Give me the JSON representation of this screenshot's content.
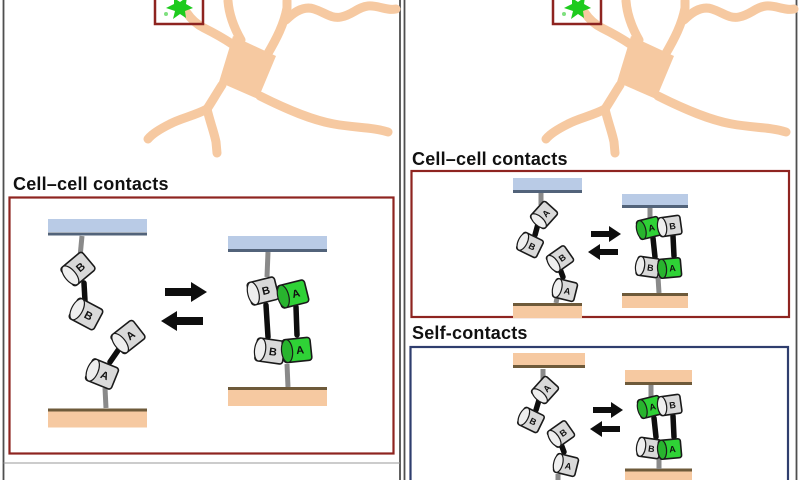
{
  "figure": {
    "description_labels": {
      "left_cellcell": "Cell–cell contacts",
      "right_cellcell": "Cell–cell contacts",
      "right_self": "Self-contacts"
    }
  },
  "left_panel": {
    "cellcell": {
      "label": "Cell–cell contacts",
      "unbound": {
        "molecule_top": [
          "B",
          "B"
        ],
        "molecule_bottom": [
          "A",
          "A"
        ]
      },
      "zipper": {
        "pair_top": [
          "B",
          "A"
        ],
        "pair_bottom": [
          "B",
          "A"
        ]
      }
    }
  },
  "right_panel": {
    "cellcell": {
      "label": "Cell–cell contacts",
      "unbound": {
        "molecule_top": [
          "A",
          "B"
        ],
        "molecule_bottom": [
          "B",
          "A"
        ]
      },
      "zipper": {
        "pair_top": [
          "A",
          "B"
        ],
        "pair_bottom": [
          "B",
          "A"
        ]
      }
    },
    "selfcontacts": {
      "label": "Self-contacts",
      "unbound": {
        "molecule_top": [
          "A",
          "B"
        ],
        "molecule_bottom": [
          "B",
          "A"
        ]
      },
      "zipper": {
        "pair_top": [
          "A",
          "B"
        ],
        "pair_bottom": [
          "B",
          "A"
        ]
      }
    }
  },
  "icons": {
    "equilibrium_arrows": "two opposing solid block arrows",
    "contact_splotch": "green fluorescent contact marker",
    "contact_zoom_box": "dark red square outline on neurite tip"
  },
  "colors": {
    "panel_border": "#4f4f4f",
    "panel_bottom_line": "#9a9a9a",
    "membrane_blue": "#b9cbe6",
    "membrane_blue_line": "#52637a",
    "membrane_orange": "#f6c9a1",
    "membrane_orange_line": "#6e5a3a",
    "neuron_fill": "#f6c9a1",
    "domain_gray": "#d9d9d9",
    "domain_green": "#2fd236",
    "linker_black": "#0e0e0e",
    "stalk_gray": "#8a8a8a",
    "box_cellcell_border": "#8e2420",
    "box_self_border": "#2f3e6e",
    "contact_green": "#1ecb1e",
    "label_color": "#111111"
  }
}
